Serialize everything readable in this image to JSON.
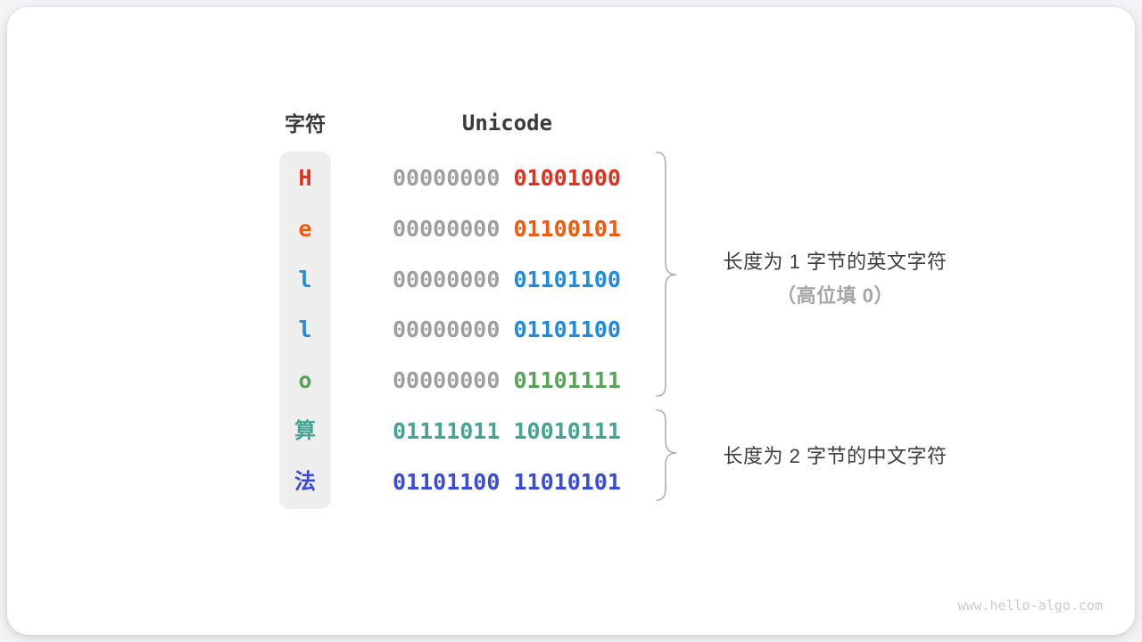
{
  "table": {
    "char_header": "字符",
    "unicode_header": "Unicode",
    "rows": [
      {
        "char": "H",
        "cjk": false,
        "color": "#e0301e",
        "byte1": "00000000",
        "byte1_color": "#9e9e9e",
        "byte2": "01001000",
        "byte2_color": "#e0301e"
      },
      {
        "char": "e",
        "cjk": false,
        "color": "#f05a0a",
        "byte1": "00000000",
        "byte1_color": "#9e9e9e",
        "byte2": "01100101",
        "byte2_color": "#f05a0a"
      },
      {
        "char": "l",
        "cjk": false,
        "color": "#1e8be0",
        "byte1": "00000000",
        "byte1_color": "#9e9e9e",
        "byte2": "01101100",
        "byte2_color": "#1e8be0"
      },
      {
        "char": "l",
        "cjk": false,
        "color": "#1e8be0",
        "byte1": "00000000",
        "byte1_color": "#9e9e9e",
        "byte2": "01101100",
        "byte2_color": "#1e8be0"
      },
      {
        "char": "o",
        "cjk": false,
        "color": "#57a457",
        "byte1": "00000000",
        "byte1_color": "#9e9e9e",
        "byte2": "01101111",
        "byte2_color": "#57a457"
      },
      {
        "char": "算",
        "cjk": true,
        "color": "#45a392",
        "byte1": "01111011",
        "byte1_color": "#45a392",
        "byte2": "10010111",
        "byte2_color": "#45a392"
      },
      {
        "char": "法",
        "cjk": true,
        "color": "#3a4ad9",
        "byte1": "01101100",
        "byte1_color": "#3a4ad9",
        "byte2": "11010101",
        "byte2_color": "#3a4ad9"
      }
    ]
  },
  "annotations": {
    "group1_line1": "长度为 1 字节的英文字符",
    "group1_line2": "（高位填 0）",
    "group2_line1": "长度为 2 字节的中文字符"
  },
  "colors": {
    "char_column_bg": "#eeeeee",
    "gray_bits": "#9e9e9e",
    "header_text": "#3a3a3a",
    "annotation_text": "#3d3d3d",
    "annotation_sub_text": "#a6a6a6",
    "brace": "#afafaf",
    "watermark": "#cbcbcb"
  },
  "watermark": "www.hello-algo.com"
}
